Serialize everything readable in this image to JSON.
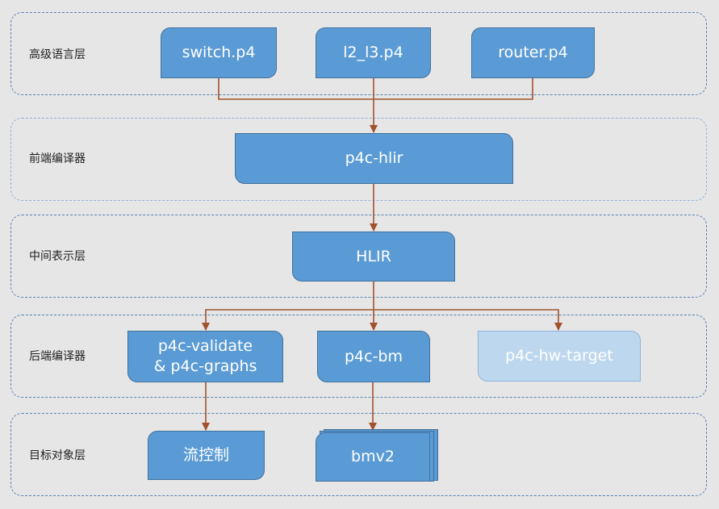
{
  "layers": [
    {
      "label": "高级语言层"
    },
    {
      "label": "前端编译器"
    },
    {
      "label": "中间表示层"
    },
    {
      "label": "后端编译器"
    },
    {
      "label": "目标对象层"
    }
  ],
  "boxes": {
    "switch_p4": "switch.p4",
    "l2_l3_p4": "l2_l3.p4",
    "router_p4": "router.p4",
    "p4c_hlir": "p4c-hlir",
    "hlir": "HLIR",
    "p4c_validate_line1": "p4c-validate",
    "p4c_validate_line2": "& p4c-graphs",
    "p4c_bm": "p4c-bm",
    "p4c_hw_target": "p4c-hw-target",
    "flow_control": "流控制",
    "bmv2": "bmv2"
  },
  "colors": {
    "box_fill": "#5b9bd5",
    "box_fill_light": "#bdd7ee",
    "connector": "#a0522d",
    "layer_border": "#5b82b3",
    "background": "#e6e6e6"
  }
}
